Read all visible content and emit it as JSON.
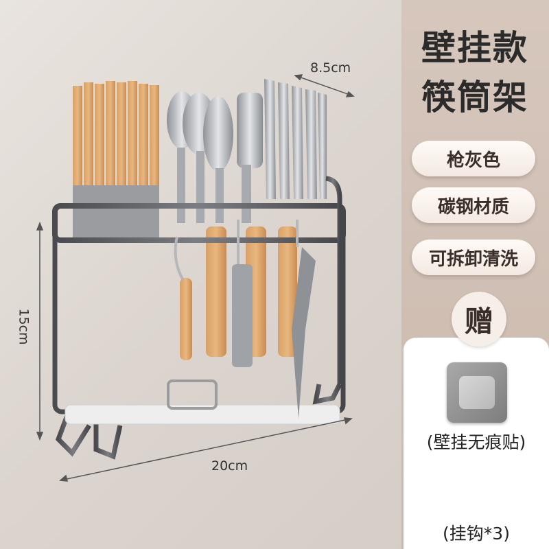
{
  "product": {
    "title_line1": "壁挂款",
    "title_line2": "筷筒架"
  },
  "features": [
    "枪灰色",
    "碳钢材质",
    "可拆卸清洗"
  ],
  "gift": {
    "badge": "赠",
    "items": [
      "(壁挂无痕贴)",
      "(挂钩*3)"
    ]
  },
  "dimensions": {
    "depth": "8.5cm",
    "height": "15cm",
    "width": "20cm"
  }
}
